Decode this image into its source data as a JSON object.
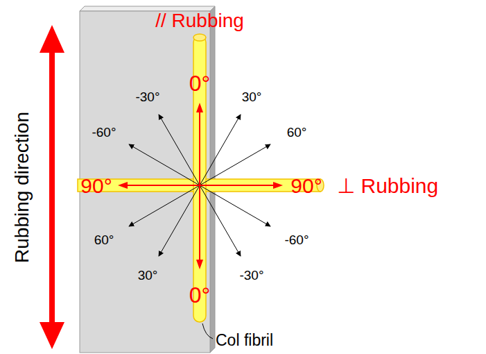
{
  "diagram": {
    "labels": [
      "Rubbing direction",
      "// Rubbing",
      "0°",
      "-30°",
      "30°",
      "-60°",
      "60°",
      "90°",
      "90°",
      "⊥ Rubbing",
      "60°",
      "-60°",
      "30°",
      "-30°",
      "0°",
      "Col fibril"
    ]
  }
}
